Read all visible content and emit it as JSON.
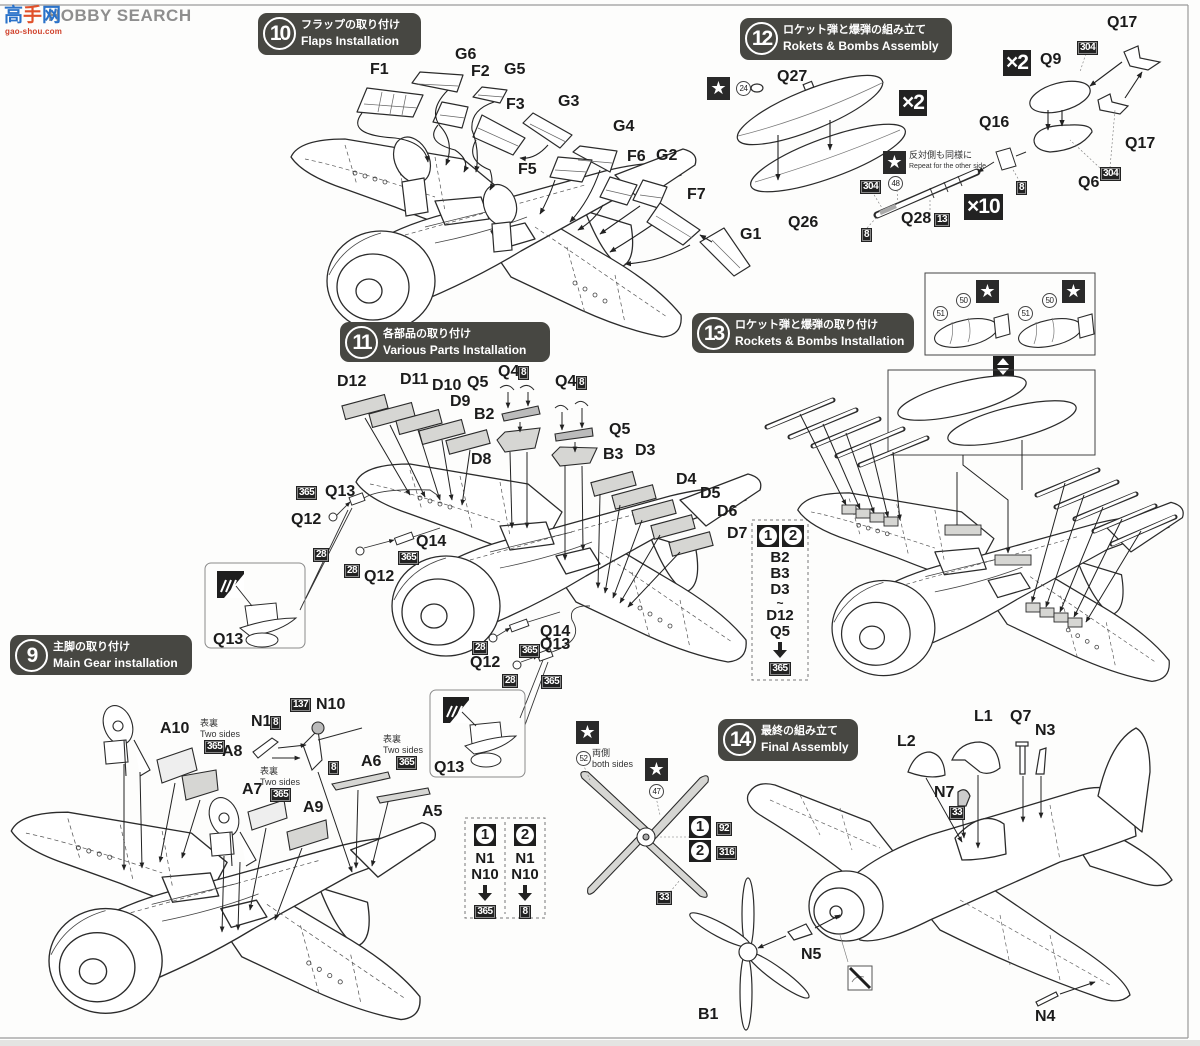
{
  "watermark": {
    "logo_chars": [
      "高",
      "手",
      "网"
    ],
    "site": "gao-shou.com",
    "brand": "HOBBY SEARCH"
  },
  "colors": {
    "header_bg": "#474742",
    "code_bg": "#222222",
    "part_fill": "#d6d6d3",
    "line": "#2b2b2b"
  },
  "icons": {
    "star": "★"
  },
  "s9": {
    "number": "9",
    "title_ja": "主脚の取り付け",
    "title_en": "Main Gear installation",
    "parts": [
      "A10",
      "A8",
      "N1",
      "N10",
      "A6",
      "A5",
      "A7",
      "A9"
    ],
    "codes": [
      "365",
      "8",
      "137",
      "8",
      "365",
      "365"
    ],
    "two_sides": {
      "ja": "表裏",
      "en": "Two sides"
    },
    "variants": [
      {
        "id": "1",
        "parts": [
          "N1",
          "N10"
        ],
        "code": "365"
      },
      {
        "id": "2",
        "parts": [
          "N1",
          "N10"
        ],
        "code": "8"
      }
    ]
  },
  "propeller": {
    "decals": [
      "52",
      "47"
    ],
    "both_sides": {
      "ja": "両側",
      "en": "both sides"
    },
    "variant_codes": [
      {
        "id": "1",
        "code": "92"
      },
      {
        "id": "2",
        "code": "316"
      }
    ],
    "code": "33"
  },
  "s10": {
    "number": "10",
    "title_ja": "フラップの取り付け",
    "title_en": "Flaps Installation",
    "parts": [
      "F1",
      "G6",
      "F2",
      "G5",
      "F3",
      "G3",
      "G4",
      "F5",
      "F6",
      "G2",
      "F7",
      "G1"
    ]
  },
  "s11": {
    "number": "11",
    "title_ja": "各部品の取り付け",
    "title_en": "Various Parts Installation",
    "parts": [
      "D12",
      "D11",
      "D10",
      "Q5",
      "Q4",
      "Q4",
      "D9",
      "B2",
      "Q5",
      "D8",
      "B3",
      "D3",
      "D4",
      "D5",
      "D6",
      "D7"
    ],
    "q4_codes": [
      "8",
      "8"
    ],
    "left_gun": {
      "labels": [
        "Q13",
        "Q12",
        "Q14",
        "Q12"
      ],
      "codes": [
        "365",
        "28",
        "365",
        "28"
      ]
    },
    "right_gun": {
      "labels": [
        "Q14",
        "Q13",
        "Q12"
      ],
      "codes": [
        "28",
        "365",
        "28",
        "365"
      ]
    },
    "insets": [
      "Q13",
      "Q13"
    ],
    "variant_box": {
      "ids": [
        "1",
        "2"
      ],
      "parts": [
        "B2",
        "B3",
        "D3",
        "~",
        "D12",
        "Q5"
      ],
      "code": "365"
    }
  },
  "s12": {
    "number": "12",
    "title_ja": "ロケット弾と爆弾の組み立て",
    "title_en": "Rokets & Bombs Assembly",
    "parts": [
      "Q27",
      "Q26",
      "Q16",
      "Q28",
      "Q17",
      "Q9",
      "Q17",
      "Q6"
    ],
    "codes": [
      "304",
      "13",
      "8",
      "8",
      "304",
      "304"
    ],
    "decals": [
      "24",
      "48"
    ],
    "multipliers": [
      "×2",
      "×10",
      "×2"
    ],
    "note": {
      "ja": "反対側も同様に",
      "en": "Repeat for the other side"
    }
  },
  "s13": {
    "number": "13",
    "title_ja": "ロケット弾と爆弾の取り付け",
    "title_en": "Rockets & Bombs Installation",
    "decals": [
      "51",
      "50",
      "51",
      "50"
    ]
  },
  "s14": {
    "number": "14",
    "title_ja": "最終の組み立て",
    "title_en": "Final Assembly",
    "parts": [
      "L2",
      "L1",
      "Q7",
      "N3",
      "N7",
      "N5",
      "B1",
      "N4"
    ],
    "codes": [
      "33"
    ]
  }
}
